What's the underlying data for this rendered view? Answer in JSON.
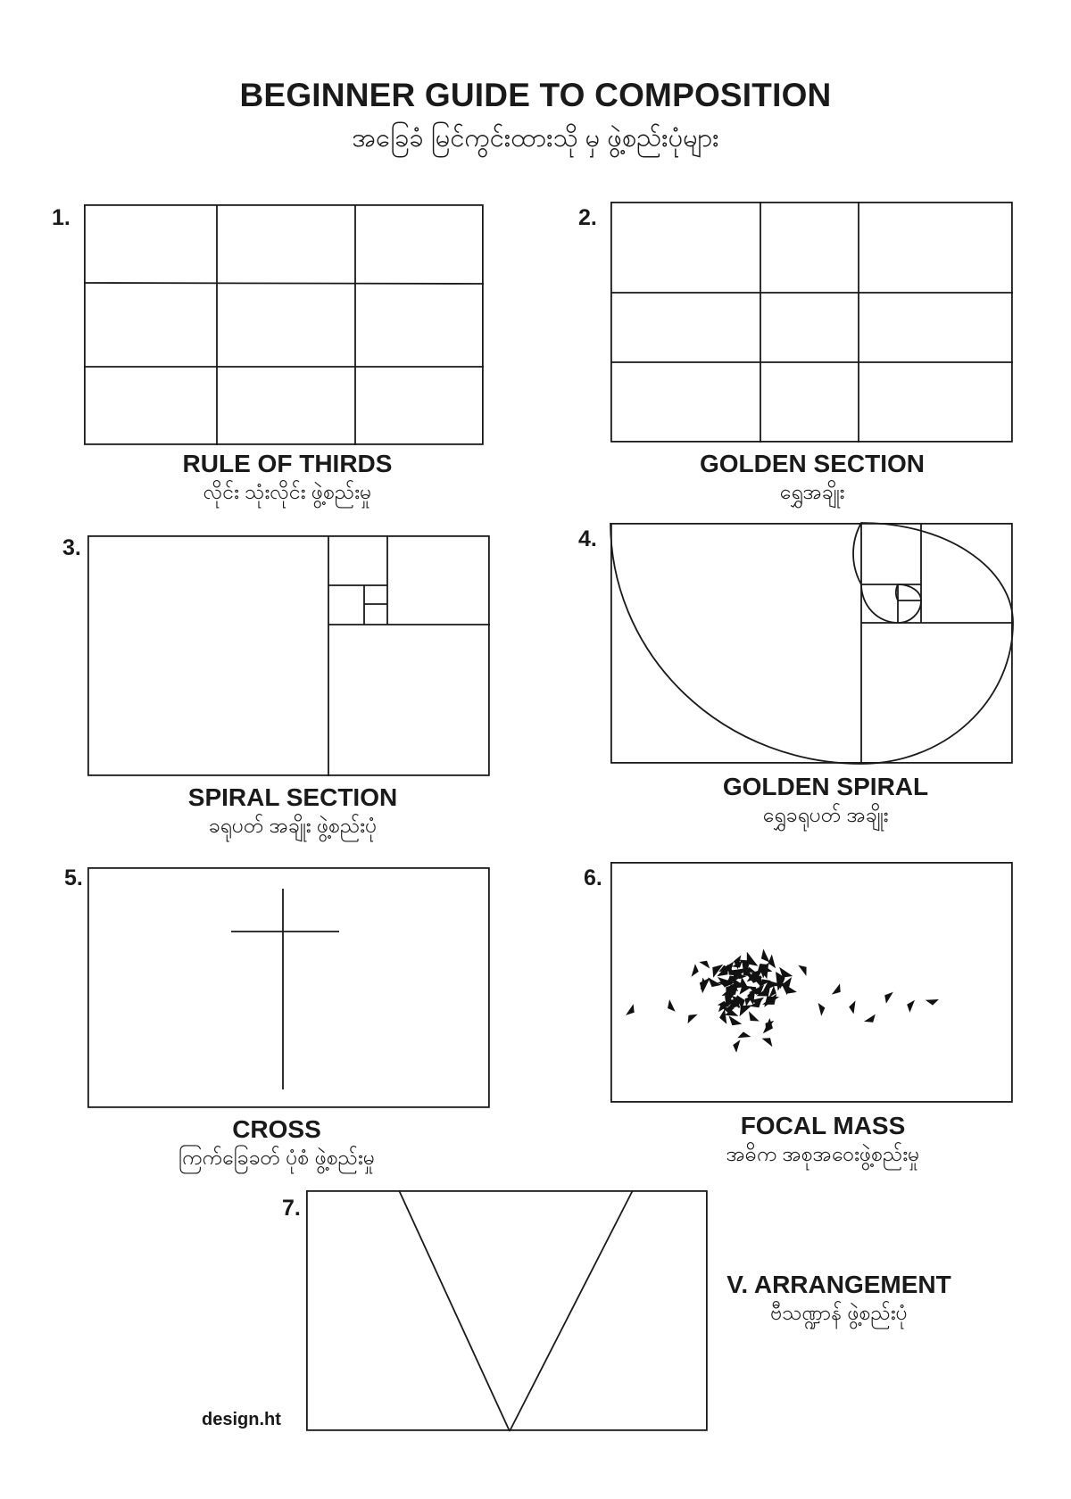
{
  "header": {
    "title": "BEGINNER GUIDE TO COMPOSITION",
    "subtitle": "အခြေခံ မြင်ကွင်းထားသို မှ ဖွဲ့စည်းပုံများ"
  },
  "panels": [
    {
      "number": "1.",
      "title": "RULE OF THIRDS",
      "subtitle": "လိုင်း သုံးလိုင်း ဖွဲ့စည်းမှု"
    },
    {
      "number": "2.",
      "title": "GOLDEN SECTION",
      "subtitle": "ရွှေအချိုး"
    },
    {
      "number": "3.",
      "title": "SPIRAL SECTION",
      "subtitle": "ခရုပတ် အချိုး ဖွဲ့စည်းပုံ"
    },
    {
      "number": "4.",
      "title": "GOLDEN SPIRAL",
      "subtitle": "ရွှေခရုပတ် အချိုး"
    },
    {
      "number": "5.",
      "title": "CROSS",
      "subtitle": "ကြက်ခြေခတ် ပုံစံ ဖွဲ့စည်းမှု"
    },
    {
      "number": "6.",
      "title": "FOCAL MASS",
      "subtitle": "အဓိက အစုအဝေးဖွဲ့စည်းမှု"
    },
    {
      "number": "7.",
      "title": "V. ARRANGEMENT",
      "subtitle": "ဗီသဏ္ဍာန် ဖွဲ့စည်းပုံ"
    }
  ],
  "credit": "design.ht"
}
